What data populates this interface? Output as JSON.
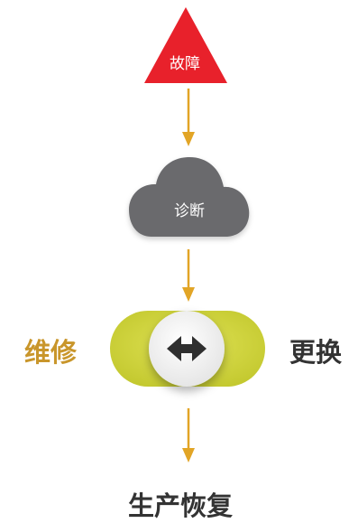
{
  "nodes": {
    "fault": "故障",
    "diagnose": "诊断",
    "repair": "维修",
    "replace": "更换",
    "recovery": "生产恢复"
  },
  "colors": {
    "fault_triangle": "#e8212b",
    "diagnose_cloud": "#6a6b6d",
    "arrow": "#e2a526",
    "toggle_track": "#cfd33b",
    "toggle_knob": "#f3f3f3",
    "toggle_icon": "#2f2f2f",
    "repair_text": "#c9962b",
    "replace_text": "#333333",
    "recovery_text": "#333333"
  },
  "icons": {
    "fault": "warning-triangle",
    "diagnose": "cloud",
    "toggle": "left-right-arrows-icon"
  }
}
